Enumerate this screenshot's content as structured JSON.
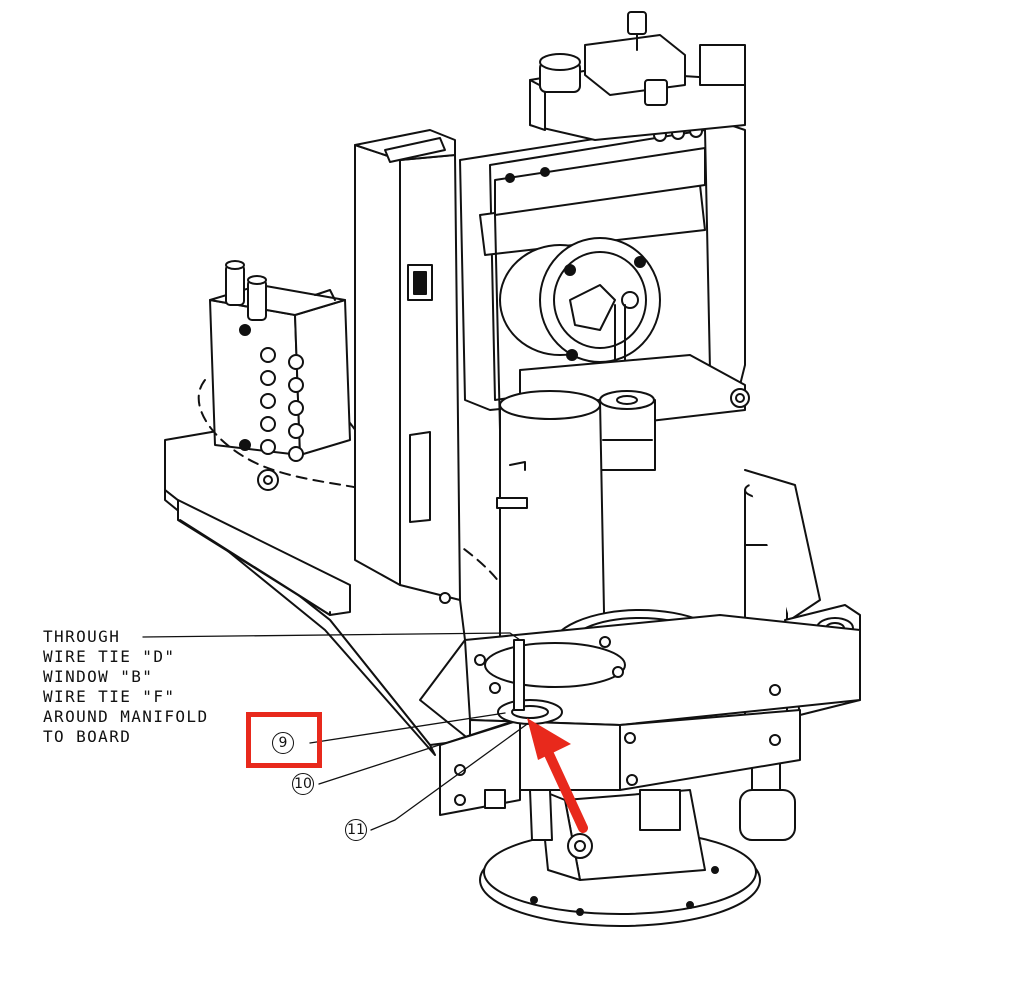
{
  "note_lines": [
    "THROUGH",
    "WIRE TIE \"D\"",
    "WINDOW \"B\"",
    "WIRE TIE \"F\"",
    "AROUND MANIFOLD",
    "TO BOARD"
  ],
  "callouts": [
    {
      "label": "9",
      "highlighted": true
    },
    {
      "label": "10",
      "highlighted": false
    },
    {
      "label": "11",
      "highlighted": false
    }
  ],
  "colors": {
    "line": "#111111",
    "highlight": "#e8291c",
    "arrow": "#e8291c"
  },
  "icons": {
    "arrow": "red-arrow-icon"
  }
}
